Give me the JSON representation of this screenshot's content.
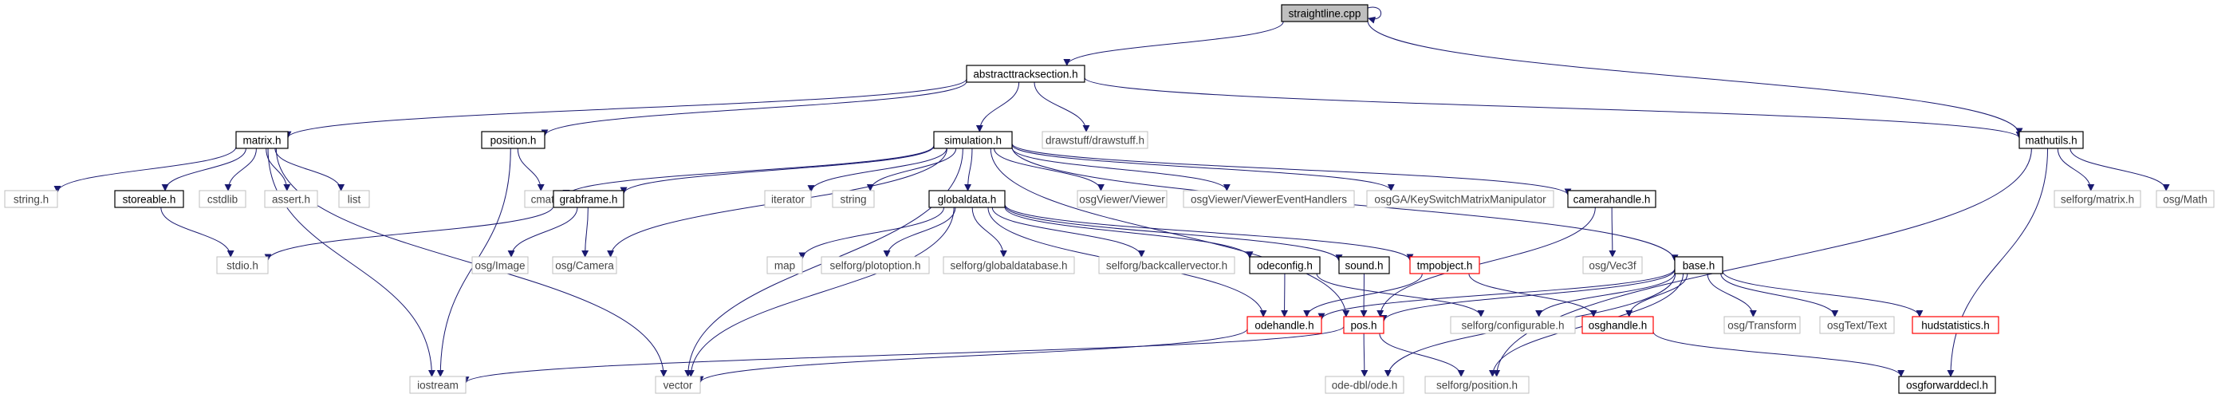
{
  "diagram": {
    "nodes": [
      {
        "id": "straightline",
        "label": "straightline.cpp",
        "style": "root"
      },
      {
        "id": "abstracttracksection",
        "label": "abstracttracksection.h",
        "style": "doc"
      },
      {
        "id": "matrix",
        "label": "matrix.h",
        "style": "doc"
      },
      {
        "id": "position",
        "label": "position.h",
        "style": "doc"
      },
      {
        "id": "simulation",
        "label": "simulation.h",
        "style": "doc"
      },
      {
        "id": "drawstuff",
        "label": "drawstuff/drawstuff.h",
        "style": "ext"
      },
      {
        "id": "mathutils",
        "label": "mathutils.h",
        "style": "doc"
      },
      {
        "id": "string_h",
        "label": "string.h",
        "style": "ext"
      },
      {
        "id": "storeable",
        "label": "storeable.h",
        "style": "doc"
      },
      {
        "id": "cstdlib",
        "label": "cstdlib",
        "style": "ext"
      },
      {
        "id": "assert",
        "label": "assert.h",
        "style": "ext"
      },
      {
        "id": "list",
        "label": "list",
        "style": "ext"
      },
      {
        "id": "stdio",
        "label": "stdio.h",
        "style": "ext"
      },
      {
        "id": "cmath",
        "label": "cmath",
        "style": "ext"
      },
      {
        "id": "grabframe",
        "label": "grabframe.h",
        "style": "doc"
      },
      {
        "id": "iterator",
        "label": "iterator",
        "style": "ext"
      },
      {
        "id": "string",
        "label": "string",
        "style": "ext"
      },
      {
        "id": "globaldata",
        "label": "globaldata.h",
        "style": "doc"
      },
      {
        "id": "osgviewer",
        "label": "osgViewer/Viewer",
        "style": "ext"
      },
      {
        "id": "osgviewerevent",
        "label": "osgViewer/ViewerEventHandlers",
        "style": "ext"
      },
      {
        "id": "osgga",
        "label": "osgGA/KeySwitchMatrixManipulator",
        "style": "ext"
      },
      {
        "id": "camerahandle",
        "label": "camerahandle.h",
        "style": "doc"
      },
      {
        "id": "base",
        "label": "base.h",
        "style": "doc"
      },
      {
        "id": "selforg_matrix",
        "label": "selforg/matrix.h",
        "style": "ext"
      },
      {
        "id": "osgmath",
        "label": "osg/Math",
        "style": "ext"
      },
      {
        "id": "osgimage",
        "label": "osg/Image",
        "style": "ext"
      },
      {
        "id": "osgcamera",
        "label": "osg/Camera",
        "style": "ext"
      },
      {
        "id": "map",
        "label": "map",
        "style": "ext"
      },
      {
        "id": "plotoption",
        "label": "selforg/plotoption.h",
        "style": "ext"
      },
      {
        "id": "globaldatabase",
        "label": "selforg/globaldatabase.h",
        "style": "ext"
      },
      {
        "id": "backcaller",
        "label": "selforg/backcallervector.h",
        "style": "ext"
      },
      {
        "id": "odeconfig",
        "label": "odeconfig.h",
        "style": "doc"
      },
      {
        "id": "sound",
        "label": "sound.h",
        "style": "doc"
      },
      {
        "id": "tmpobject",
        "label": "tmpobject.h",
        "style": "red"
      },
      {
        "id": "osgvec3f",
        "label": "osg/Vec3f",
        "style": "ext"
      },
      {
        "id": "odehandle",
        "label": "odehandle.h",
        "style": "red"
      },
      {
        "id": "pos",
        "label": "pos.h",
        "style": "red"
      },
      {
        "id": "configurable",
        "label": "selforg/configurable.h",
        "style": "ext"
      },
      {
        "id": "osghandle",
        "label": "osghandle.h",
        "style": "red"
      },
      {
        "id": "osgtransform",
        "label": "osg/Transform",
        "style": "ext"
      },
      {
        "id": "osgtext",
        "label": "osgText/Text",
        "style": "ext"
      },
      {
        "id": "hudstatistics",
        "label": "hudstatistics.h",
        "style": "red"
      },
      {
        "id": "iostream",
        "label": "iostream",
        "style": "ext"
      },
      {
        "id": "vector",
        "label": "vector",
        "style": "ext"
      },
      {
        "id": "odedbl",
        "label": "ode-dbl/ode.h",
        "style": "ext"
      },
      {
        "id": "selforg_position",
        "label": "selforg/position.h",
        "style": "ext"
      },
      {
        "id": "osgforwarddecl",
        "label": "osgforwarddecl.h",
        "style": "doc"
      }
    ],
    "edges": [
      [
        "straightline",
        "straightline"
      ],
      [
        "straightline",
        "abstracttracksection"
      ],
      [
        "straightline",
        "mathutils"
      ],
      [
        "abstracttracksection",
        "matrix"
      ],
      [
        "abstracttracksection",
        "position"
      ],
      [
        "abstracttracksection",
        "simulation"
      ],
      [
        "abstracttracksection",
        "drawstuff"
      ],
      [
        "abstracttracksection",
        "mathutils"
      ],
      [
        "matrix",
        "string_h"
      ],
      [
        "matrix",
        "storeable"
      ],
      [
        "matrix",
        "cstdlib"
      ],
      [
        "matrix",
        "assert"
      ],
      [
        "matrix",
        "list"
      ],
      [
        "matrix",
        "iostream"
      ],
      [
        "matrix",
        "vector"
      ],
      [
        "storeable",
        "stdio"
      ],
      [
        "position",
        "cmath"
      ],
      [
        "position",
        "iostream"
      ],
      [
        "simulation",
        "cmath"
      ],
      [
        "simulation",
        "grabframe"
      ],
      [
        "simulation",
        "iterator"
      ],
      [
        "simulation",
        "string"
      ],
      [
        "simulation",
        "globaldata"
      ],
      [
        "simulation",
        "osgviewer"
      ],
      [
        "simulation",
        "osgviewerevent"
      ],
      [
        "simulation",
        "osgga"
      ],
      [
        "simulation",
        "camerahandle"
      ],
      [
        "simulation",
        "base"
      ],
      [
        "simulation",
        "vector"
      ],
      [
        "simulation",
        "osgcamera"
      ],
      [
        "simulation",
        "pos"
      ],
      [
        "grabframe",
        "stdio"
      ],
      [
        "grabframe",
        "osgimage"
      ],
      [
        "grabframe",
        "osgcamera"
      ],
      [
        "globaldata",
        "map"
      ],
      [
        "globaldata",
        "plotoption"
      ],
      [
        "globaldata",
        "globaldatabase"
      ],
      [
        "globaldata",
        "backcaller"
      ],
      [
        "globaldata",
        "odeconfig"
      ],
      [
        "globaldata",
        "sound"
      ],
      [
        "globaldata",
        "tmpobject"
      ],
      [
        "globaldata",
        "odehandle"
      ],
      [
        "globaldata",
        "vector"
      ],
      [
        "camerahandle",
        "osgvec3f"
      ],
      [
        "camerahandle",
        "pos"
      ],
      [
        "odeconfig",
        "odehandle"
      ],
      [
        "odeconfig",
        "configurable"
      ],
      [
        "sound",
        "pos"
      ],
      [
        "tmpobject",
        "odehandle"
      ],
      [
        "tmpobject",
        "osghandle"
      ],
      [
        "odehandle",
        "vector"
      ],
      [
        "pos",
        "odedbl"
      ],
      [
        "pos",
        "selforg_position"
      ],
      [
        "pos",
        "iostream"
      ],
      [
        "base",
        "odehandle"
      ],
      [
        "base",
        "pos"
      ],
      [
        "base",
        "configurable"
      ],
      [
        "base",
        "osghandle"
      ],
      [
        "base",
        "osgtransform"
      ],
      [
        "base",
        "osgtext"
      ],
      [
        "base",
        "hudstatistics"
      ],
      [
        "base",
        "odedbl"
      ],
      [
        "base",
        "selforg_position"
      ],
      [
        "osghandle",
        "osgforwarddecl"
      ],
      [
        "mathutils",
        "selforg_matrix"
      ],
      [
        "mathutils",
        "osgmath"
      ],
      [
        "mathutils",
        "selforg_position"
      ],
      [
        "mathutils",
        "osgforwarddecl"
      ]
    ],
    "colors": {
      "root_fill": "#bfbfbf",
      "doc_border": "#000000",
      "ext_border": "#bfbfbf",
      "red_border": "#ff0000",
      "edge": "#191970"
    }
  }
}
